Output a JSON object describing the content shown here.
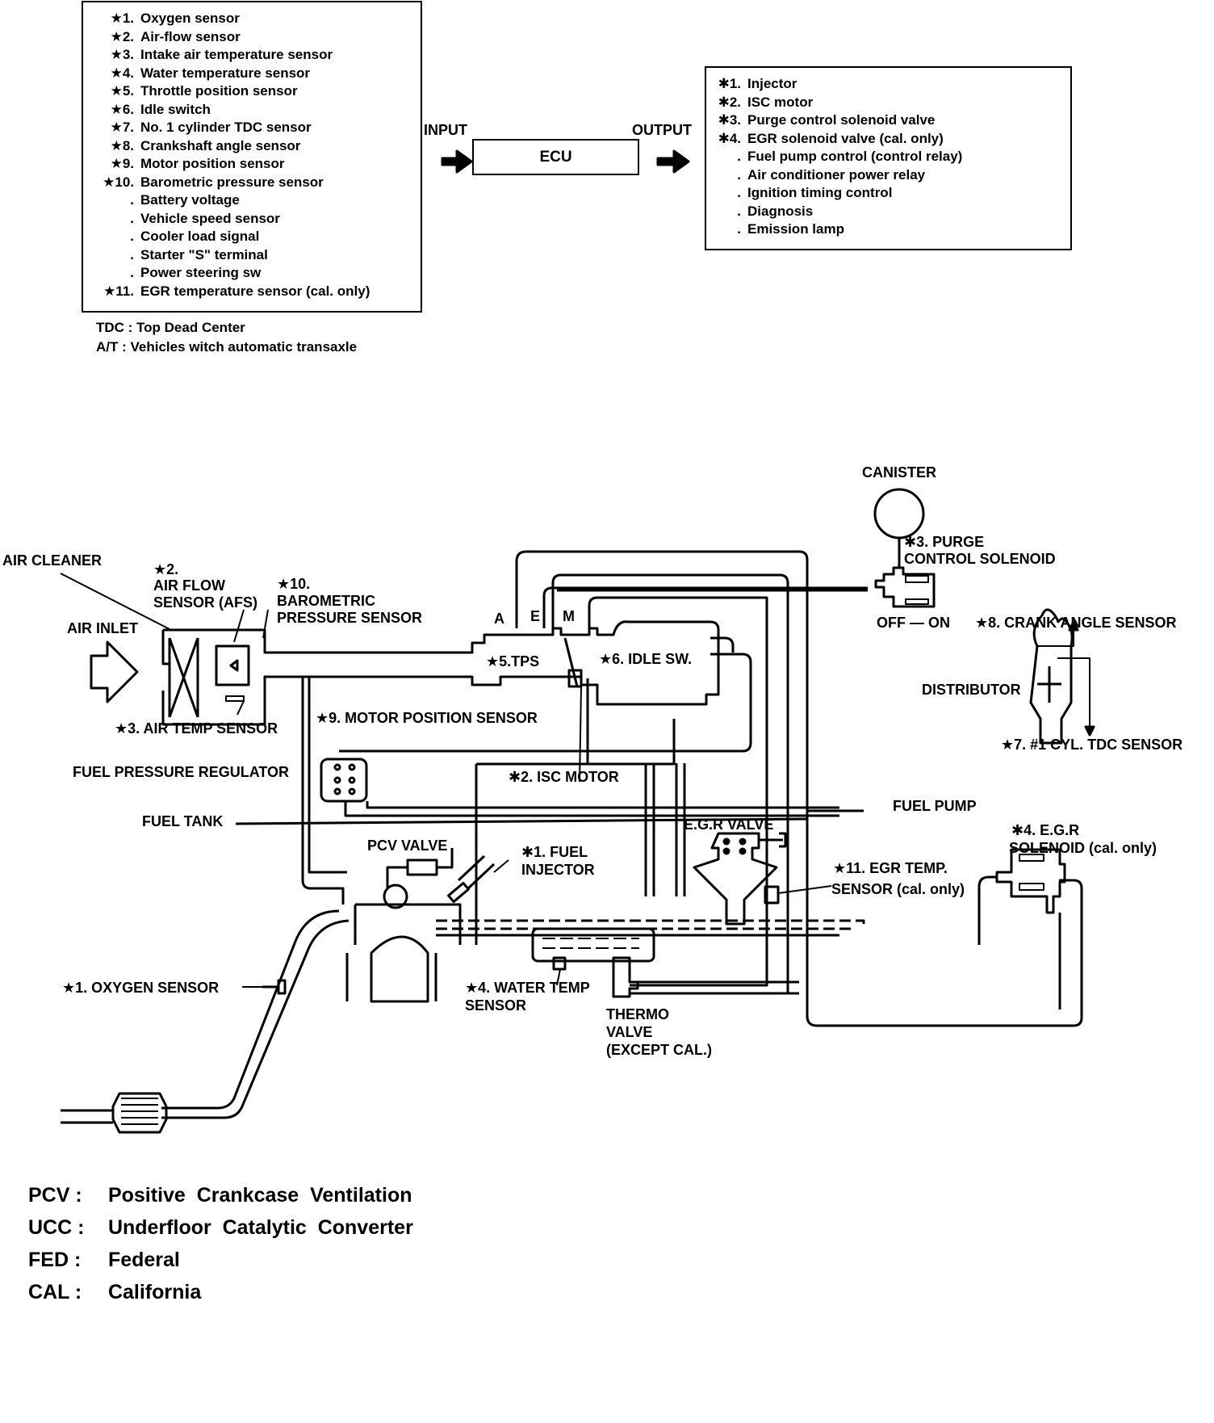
{
  "input_list": {
    "items": [
      {
        "marker": "★1.",
        "text": "Oxygen sensor"
      },
      {
        "marker": "★2.",
        "text": "Air-flow sensor"
      },
      {
        "marker": "★3.",
        "text": "Intake air temperature sensor"
      },
      {
        "marker": "★4.",
        "text": "Water temperature sensor"
      },
      {
        "marker": "★5.",
        "text": "Throttle position sensor"
      },
      {
        "marker": "★6.",
        "text": "Idle switch"
      },
      {
        "marker": "★7.",
        "text": "No. 1 cylinder TDC sensor"
      },
      {
        "marker": "★8.",
        "text": "Crankshaft angle sensor"
      },
      {
        "marker": "★9.",
        "text": "Motor position sensor"
      },
      {
        "marker": "★10.",
        "text": "Barometric pressure sensor"
      },
      {
        "marker": ".",
        "text": "Battery voltage"
      },
      {
        "marker": ".",
        "text": "Vehicle speed sensor"
      },
      {
        "marker": ".",
        "text": "Cooler load signal"
      },
      {
        "marker": ".",
        "text": "Starter \"S\" terminal"
      },
      {
        "marker": ".",
        "text": "Power steering sw"
      },
      {
        "marker": "★11.",
        "text": "EGR temperature sensor (cal. only)"
      }
    ]
  },
  "notes": [
    "TDC : Top Dead Center",
    "A/T : Vehicles witch automatic transaxle"
  ],
  "ecu": {
    "input_label": "INPUT",
    "output_label": "OUTPUT",
    "box_label": "ECU"
  },
  "output_list": {
    "items": [
      {
        "marker": "✱1.",
        "text": "Injector"
      },
      {
        "marker": "✱2.",
        "text": "ISC motor"
      },
      {
        "marker": "✱3.",
        "text": "Purge control solenoid valve"
      },
      {
        "marker": "✱4.",
        "text": "EGR solenoid valve (cal. only)"
      },
      {
        "marker": ".",
        "text": "Fuel pump control (control relay)"
      },
      {
        "marker": ".",
        "text": "Air conditioner power relay"
      },
      {
        "marker": ".",
        "text": "Ignition timing control"
      },
      {
        "marker": ".",
        "text": "Diagnosis"
      },
      {
        "marker": ".",
        "text": "Emission lamp"
      }
    ]
  },
  "diagram_labels": {
    "canister": "CANISTER",
    "purge_solenoid": [
      "✱3.  PURGE",
      "CONTROL SOLENOID"
    ],
    "off_on": "OFF — ON",
    "crank_angle": "★8.  CRANK ANGLE SENSOR",
    "distributor": "DISTRIBUTOR",
    "tdc_sensor": "★7.  #1 CYL. TDC SENSOR",
    "air_cleaner": "AIR CLEANER",
    "afs": [
      "★2.",
      "AIR FLOW",
      "SENSOR (AFS)"
    ],
    "baro": [
      "★10.",
      "BAROMETRIC",
      "PRESSURE SENSOR"
    ],
    "air_inlet": "AIR INLET",
    "port_a": "A",
    "port_e": "E",
    "port_m": "M",
    "tps": "★5.TPS",
    "idle_sw": "★6.  IDLE SW.",
    "air_temp": "★3.  AIR TEMP SENSOR",
    "motor_pos": "★9.  MOTOR POSITION SENSOR",
    "fuel_reg": "FUEL PRESSURE REGULATOR",
    "isc_motor": "✱2.  ISC MOTOR",
    "fuel_tank": "FUEL TANK",
    "fuel_pump": "FUEL PUMP",
    "egr_valve": "E.G.R VALVE",
    "egr_solenoid": [
      "✱4.  E.G.R",
      "SOLENOID (cal. only)"
    ],
    "pcv_valve": "PCV VALVE",
    "fuel_injector": [
      "✱1.  FUEL",
      "INJECTOR"
    ],
    "egr_temp": [
      "★11.  EGR TEMP.",
      "SENSOR (cal. only)"
    ],
    "oxygen": "★1.  OXYGEN SENSOR",
    "water_temp": [
      "★4.  WATER TEMP",
      "SENSOR"
    ],
    "thermo": [
      "THERMO",
      "VALVE",
      "(EXCEPT CAL.)"
    ]
  },
  "abbreviations": [
    {
      "abbr": "PCV",
      "text": "Positive  Crankcase  Ventilation"
    },
    {
      "abbr": "UCC",
      "text": "Underfloor  Catalytic  Converter"
    },
    {
      "abbr": "FED",
      "text": "Federal"
    },
    {
      "abbr": "CAL",
      "text": "California"
    }
  ]
}
